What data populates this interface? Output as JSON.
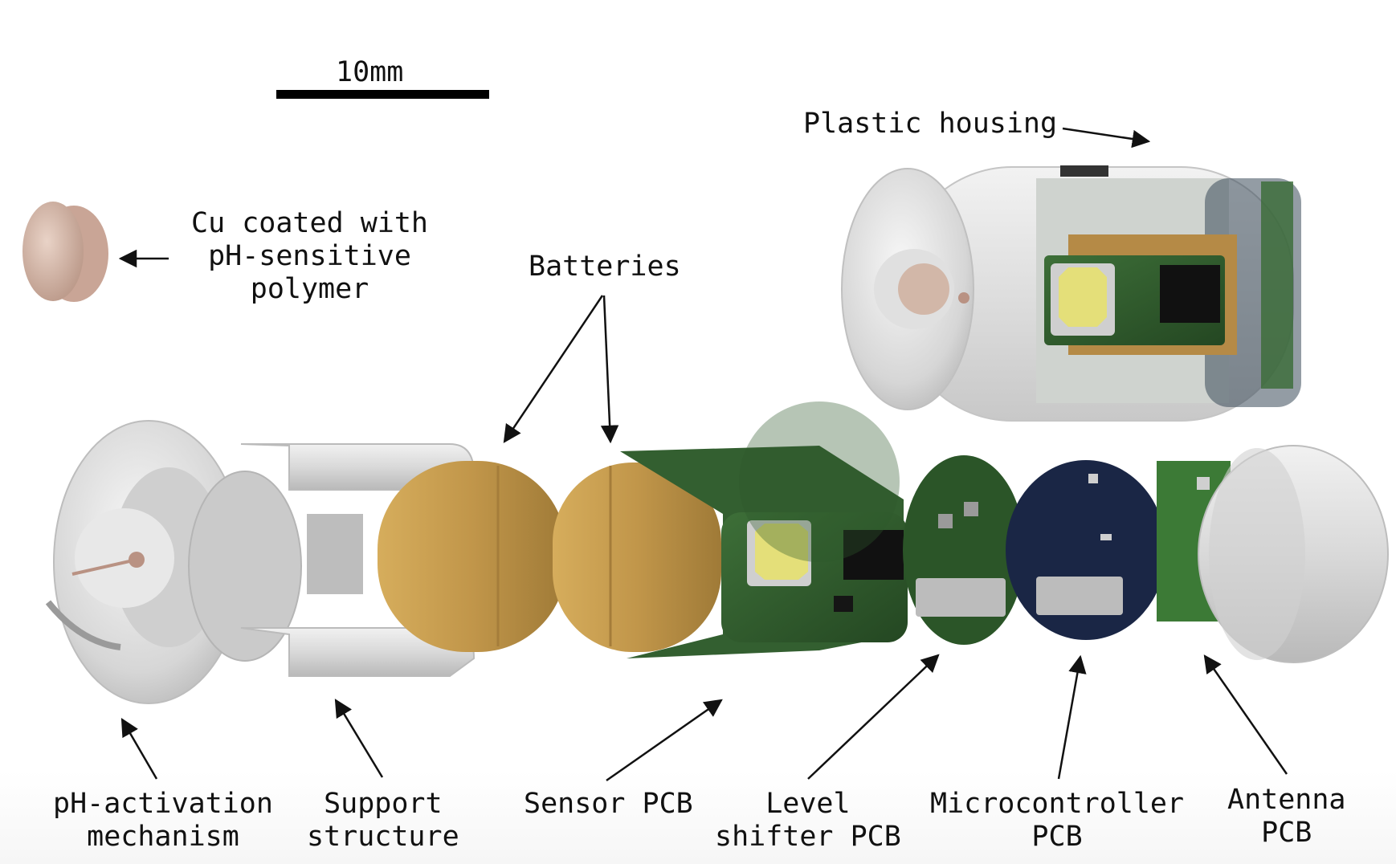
{
  "scale_bar": {
    "label": "10mm"
  },
  "labels": {
    "plastic_housing": "Plastic housing",
    "cu_coated": [
      "Cu coated with",
      "pH-sensitive",
      "polymer"
    ],
    "batteries": "Batteries",
    "ph_activation": [
      "pH-activation",
      "mechanism"
    ],
    "support_structure": [
      "Support",
      "structure"
    ],
    "sensor_pcb": "Sensor PCB",
    "level_shifter_pcb": [
      "Level",
      "shifter PCB"
    ],
    "microcontroller_pcb": [
      "Microcontroller",
      "PCB"
    ],
    "antenna_pcb": [
      "Antenna",
      "PCB"
    ]
  },
  "colors": {
    "plastic": "#dcdcdc",
    "battery": "#c49a4c",
    "pcb_green": "#2f5a2c",
    "pcb_blue": "#1a2645",
    "copper_disc": "#d8b8a8",
    "text": "#111111"
  }
}
